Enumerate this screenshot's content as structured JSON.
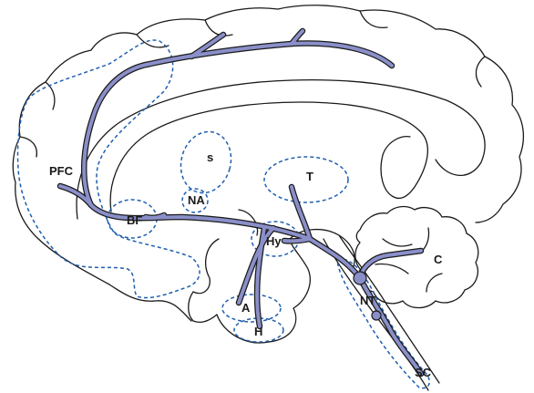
{
  "labels": {
    "pfc": "PFC",
    "bf": "BF",
    "na": "NA",
    "s": "s",
    "t": "T",
    "hy": "Hy",
    "a": "A",
    "h": "H",
    "nt": "NT",
    "c": "C",
    "sc": "SC"
  },
  "colors": {
    "outline": "#1a1a1a",
    "region_dashed": "#1f5fb0",
    "tract_fill": "#8a8fc9"
  }
}
